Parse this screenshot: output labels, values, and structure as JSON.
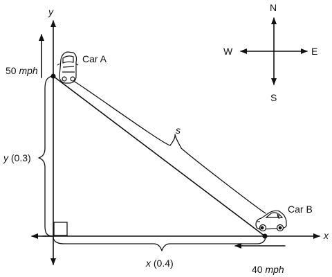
{
  "axes": {
    "x_label": "x",
    "y_label": "y"
  },
  "compass": {
    "north": "N",
    "south": "S",
    "east": "E",
    "west": "W"
  },
  "car_a": {
    "label": "Car A",
    "speed_value": "50",
    "speed_unit": "mph"
  },
  "car_b": {
    "label": "Car B",
    "speed_value": "40",
    "speed_unit": "mph"
  },
  "distance": {
    "label": "s"
  },
  "side_y": {
    "var": "y",
    "value": "(0.3)"
  },
  "side_x": {
    "var": "x",
    "value": "(0.4)"
  }
}
